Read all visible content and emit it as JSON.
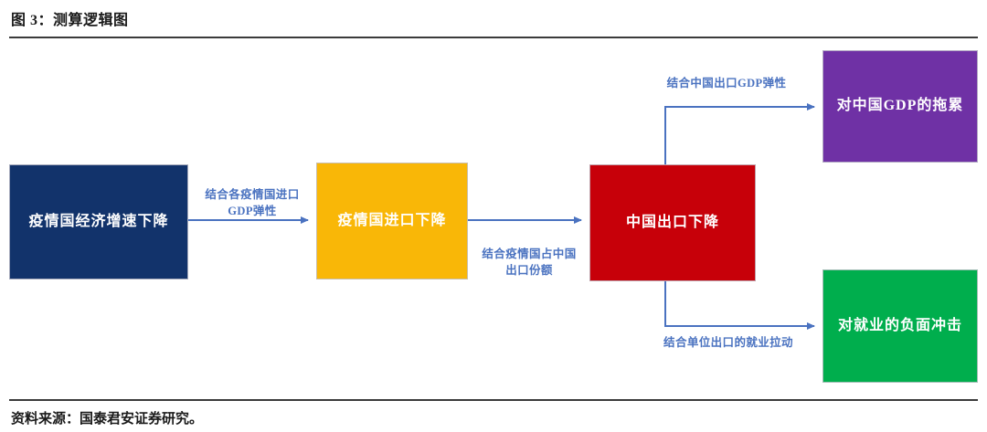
{
  "figure": {
    "title": "图 3：测算逻辑图",
    "source": "资料来源：国泰君安证券研究。"
  },
  "colors": {
    "navy": "#12336b",
    "orange": "#f9b707",
    "red": "#c70009",
    "purple": "#6f31a5",
    "green": "#00ae4d",
    "arrow_blue": "#4a72c0",
    "rule": "#3b3b3b"
  },
  "diagram": {
    "type": "flowchart",
    "nodes": [
      {
        "id": "node-epidemic-growth",
        "label": "疫情国经济增速下降",
        "color": "#12336b"
      },
      {
        "id": "node-epidemic-imports",
        "label": "疫情国进口下降",
        "color": "#f9b707"
      },
      {
        "id": "node-china-exports",
        "label": "中国出口下降",
        "color": "#c70009"
      },
      {
        "id": "node-china-gdp-drag",
        "label": "对中国GDP的拖累",
        "color": "#6f31a5"
      },
      {
        "id": "node-employment-impact",
        "label": "对就业的负面冲击",
        "color": "#00ae4d"
      }
    ],
    "edges": [
      {
        "id": "edge-growth-to-imports",
        "from": "node-epidemic-growth",
        "to": "node-epidemic-imports",
        "label_line1": "结合各疫情国进口",
        "label_line2": "GDP弹性"
      },
      {
        "id": "edge-imports-to-exports",
        "from": "node-epidemic-imports",
        "to": "node-china-exports",
        "label_line1": "结合疫情国占中国",
        "label_line2": "出口份额"
      },
      {
        "id": "edge-exports-to-gdp",
        "from": "node-china-exports",
        "to": "node-china-gdp-drag",
        "label_line1": "结合中国出口GDP弹性",
        "label_line2": ""
      },
      {
        "id": "edge-exports-to-employment",
        "from": "node-china-exports",
        "to": "node-employment-impact",
        "label_line1": "结合单位出口的就业拉动",
        "label_line2": ""
      }
    ]
  }
}
